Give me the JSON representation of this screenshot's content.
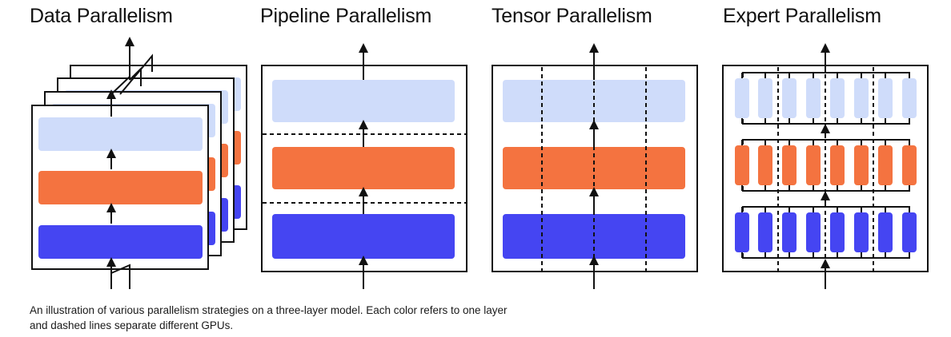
{
  "titles": {
    "data": "Data Parallelism",
    "pipeline": "Pipeline Parallelism",
    "tensor": "Tensor Parallelism",
    "expert": "Expert Parallelism"
  },
  "caption": "An illustration of various parallelism strategies on a three-layer model. Each color refers to one layer and dashed lines separate different GPUs.",
  "colors": {
    "layer_top": "#cfdcfa",
    "layer_middle": "#f47340",
    "layer_bottom": "#4545f2",
    "stroke": "#111111",
    "background": "#ffffff"
  }
}
